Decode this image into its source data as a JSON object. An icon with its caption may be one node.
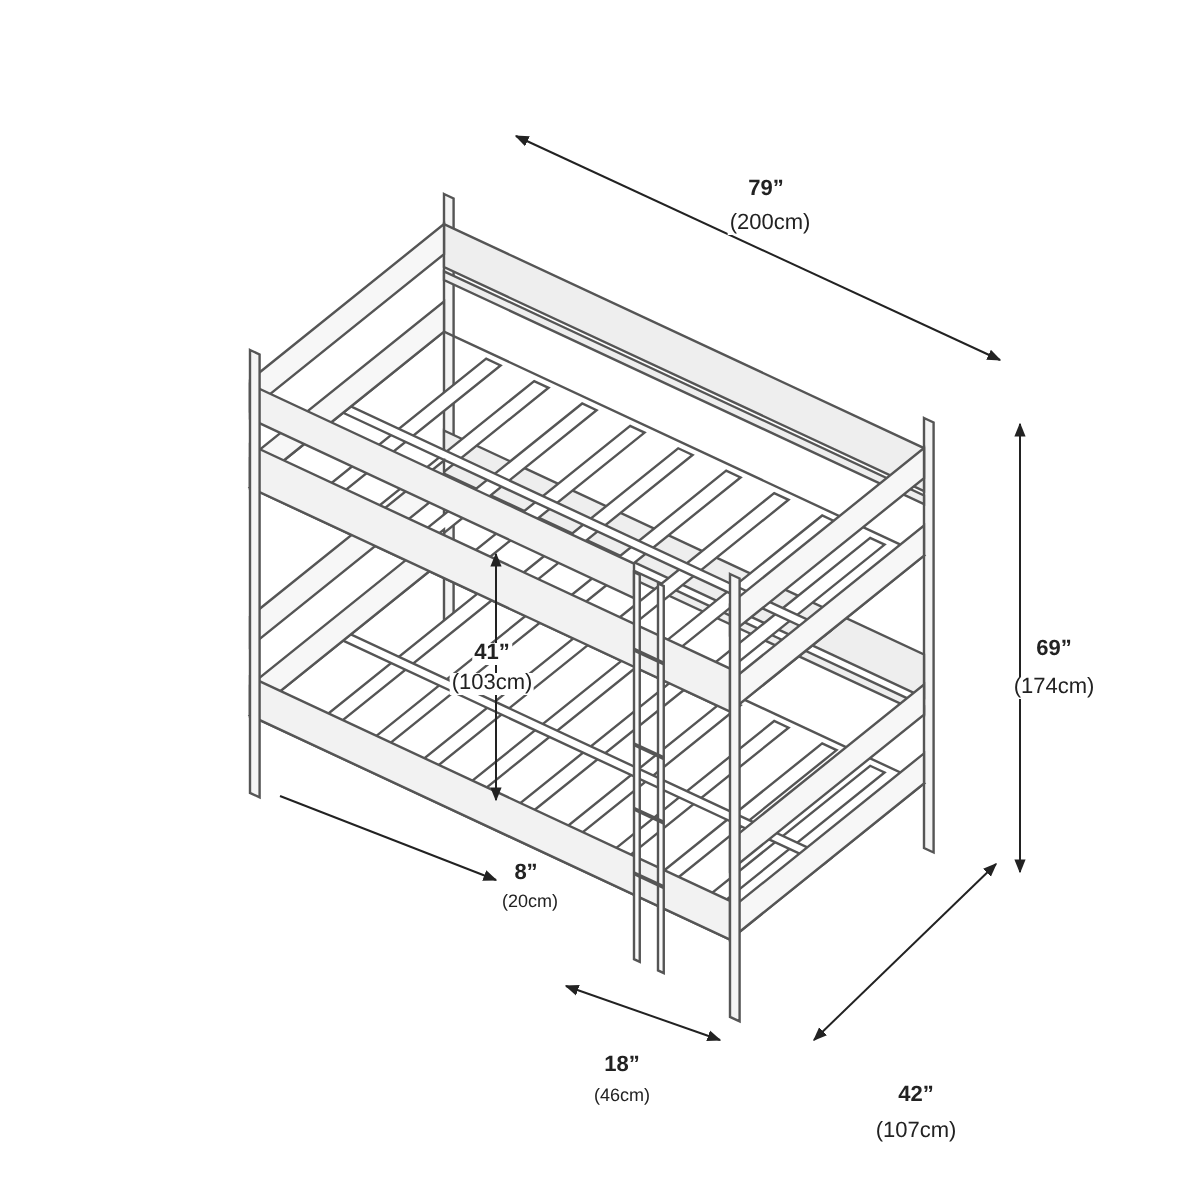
{
  "diagram": {
    "labels": [
      "79”",
      "(200cm)",
      "69”",
      "(174cm)",
      "41”",
      "(103cm)",
      "8”",
      "(20cm)",
      "42”",
      "(107cm)",
      "18”",
      "(46cm)"
    ]
  }
}
